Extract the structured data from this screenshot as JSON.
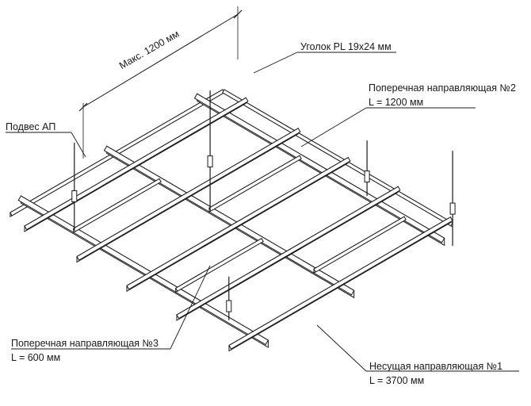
{
  "labels": {
    "dimension": "Макс. 1200 мм",
    "angle": "Уголок PL 19х24 мм",
    "cross2_title": "Поперечная направляющая №2",
    "cross2_length": "L = 1200 мм",
    "hanger": "Подвес АП",
    "cross3_title": "Поперечная направляющая №3",
    "cross3_length": "L = 600 мм",
    "main_title": "Несущая направляющая №1",
    "main_length": "L = 3700 мм"
  },
  "colors": {
    "line": "#1a1a1a",
    "fill": "#ffffff",
    "shade": "#d8d8d8"
  }
}
